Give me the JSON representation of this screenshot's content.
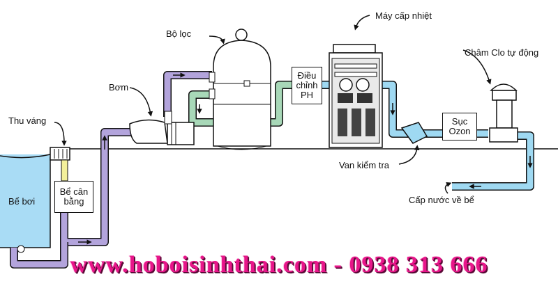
{
  "labels": {
    "filter": "Bộ lọc",
    "heater": "Máy cấp nhiệt",
    "chlorinator": "Châm Clo tự động",
    "pump": "Bơm",
    "skimmer": "Thu váng",
    "pool": "Bể bơi",
    "balance_tank_line1": "Bể cân",
    "balance_tank_line2": "bằng",
    "ph_line1": "Điều",
    "ph_line2": "chỉnh",
    "ph_line3": "PH",
    "ozone_line1": "Sục",
    "ozone_line2": "Ozon",
    "check_valve": "Van kiểm tra",
    "return_water": "Cấp nước về bể"
  },
  "footer": {
    "text": "www.hoboisinhthai.com - 0938 313 666"
  },
  "colors": {
    "pool_water": "#a9dcf5",
    "suction_pipe": "#b3a4dc",
    "filter_pipe": "#a8d8b8",
    "return_pipe": "#9fd9f2",
    "balance_pipe": "#f3f09a",
    "footer_text": "#e8168a"
  }
}
